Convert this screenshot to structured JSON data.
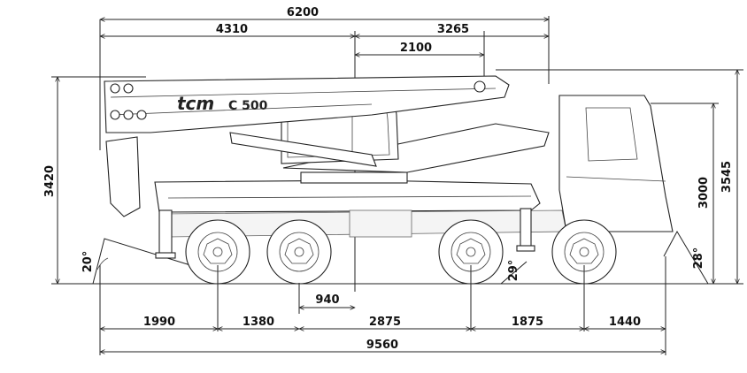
{
  "drawing": {
    "logo_text": "tcm",
    "model_label": "C 500"
  },
  "dimensions": {
    "top_overall": "6200",
    "top_left": "4310",
    "top_right": "3265",
    "top_inner": "2100",
    "height_left": "3420",
    "height_right_outer": "3545",
    "height_right_inner": "3000",
    "angle_front": "20°",
    "angle_mid": "29°",
    "angle_rear": "28°",
    "offset_940": "940",
    "bottom_1": "1990",
    "bottom_2": "1380",
    "bottom_3": "2875",
    "bottom_4": "1875",
    "bottom_5": "1440",
    "bottom_total": "9560"
  }
}
